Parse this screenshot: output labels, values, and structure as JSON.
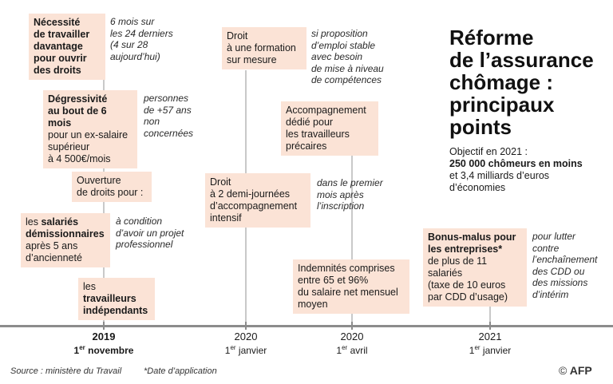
{
  "title": [
    "Réforme",
    "de l’assurance",
    "chômage :",
    "principaux",
    "points"
  ],
  "objective": {
    "line1": "Objectif en 2021 :",
    "line2": "250 000 chômeurs en moins",
    "line3": "et 3,4 milliards d’euros",
    "line4": "d’économies"
  },
  "timeline": [
    {
      "year": "2019",
      "day": "1",
      "sup": "er",
      "rest": " novembre"
    },
    {
      "year": "2020",
      "day": "1",
      "sup": "er",
      "rest": " janvier"
    },
    {
      "year": "2020",
      "day": "1",
      "sup": "er",
      "rest": " avril"
    },
    {
      "year": "2021",
      "day": "1",
      "sup": "er",
      "rest": " janvier"
    }
  ],
  "boxes": {
    "necessite": {
      "l1": "Nécessité",
      "l2": "de travailler",
      "l3": "davantage",
      "l4": "pour ouvrir",
      "l5": "des droits"
    },
    "degressivite": {
      "b1": "Dégressivité",
      "b2": "au bout de 6 mois",
      "l3": "pour un ex-salaire",
      "l4": "supérieur",
      "l5": "à 4 500€/mois"
    },
    "ouverture": {
      "l1": "Ouverture",
      "l2": "de droits pour :"
    },
    "salaries": {
      "p1": "les ",
      "b1": "salariés",
      "b2": "démissionnaires",
      "l3": "après 5 ans",
      "l4": "d’ancienneté"
    },
    "independants": {
      "p1": "les ",
      "b1": "travailleurs",
      "b2": "indépendants"
    },
    "formation": {
      "l1": "Droit",
      "l2": "à une formation",
      "l3": "sur mesure"
    },
    "accompagnement": {
      "l1": "Accompagnement",
      "l2": "dédié pour",
      "l3": "les travailleurs",
      "l4": "précaires"
    },
    "demijournees": {
      "l1": "Droit",
      "l2": "à 2 demi-journées",
      "l3": "d’accompagnement",
      "l4": "intensif"
    },
    "indemnites": {
      "l1": "Indemnités comprises",
      "l2": "entre 65 et 96%",
      "l3": "du salaire net mensuel",
      "l4": "moyen"
    },
    "bonus": {
      "b1": "Bonus-malus pour",
      "b2": "les entreprises*",
      "l3": "de plus de 11 salariés",
      "l4": "(taxe de 10 euros",
      "l5": "par CDD d’usage)"
    }
  },
  "notes": {
    "n1": [
      "6 mois sur",
      "les 24 derniers",
      "(4 sur 28",
      "aujourd’hui)"
    ],
    "n2": [
      "personnes",
      "de +57 ans",
      "non",
      "concernées"
    ],
    "n3": [
      "à condition",
      "d’avoir un projet",
      "professionnel"
    ],
    "n4": [
      "si proposition",
      "d’emploi stable",
      "avec besoin",
      "de mise à niveau",
      "de compétences"
    ],
    "n5": [
      "dans le premier",
      "mois après",
      "l’inscription"
    ],
    "n6": [
      "pour lutter",
      "contre",
      "l’enchaînement",
      "des CDD  ou",
      "des missions",
      "d’intérim"
    ]
  },
  "footer": {
    "source": "Source : ministère du Travail",
    "footnote": "*Date d’application",
    "copyright": "©",
    "logo": "AFP"
  },
  "colors": {
    "box": "#fbe3d6",
    "axis": "#8c8c8c",
    "stem": "#c9c9c9"
  }
}
